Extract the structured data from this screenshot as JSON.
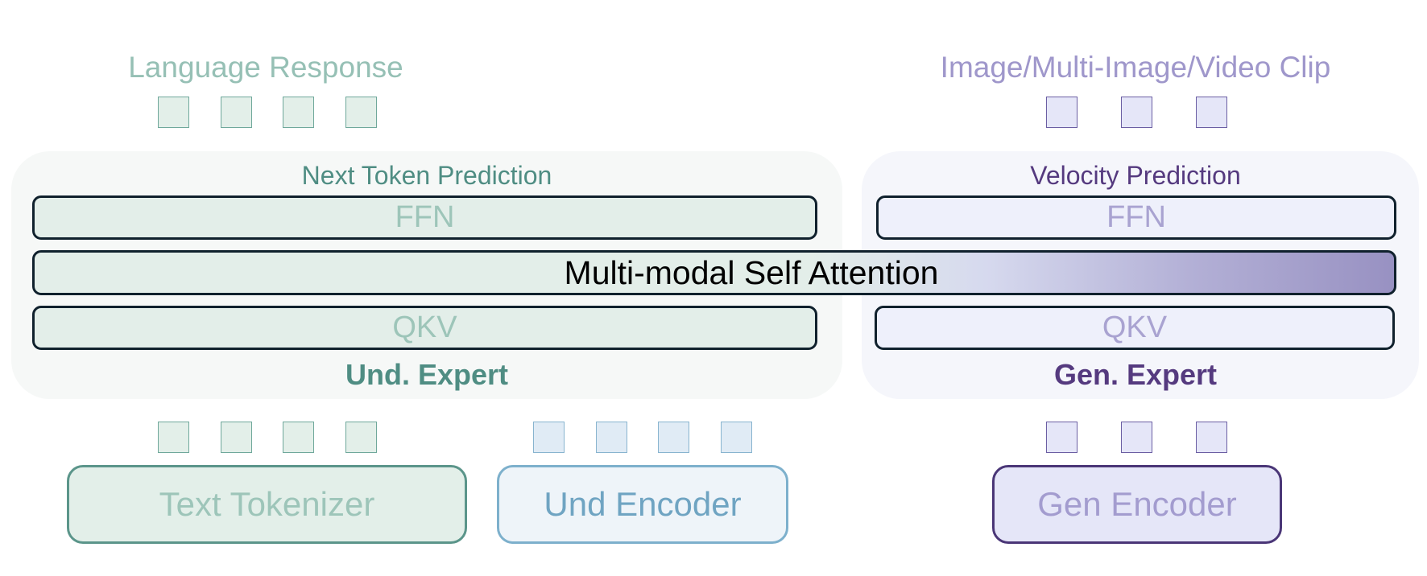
{
  "outputs": {
    "language": "Language Response",
    "visual": "Image/Multi-Image/Video Clip"
  },
  "heads": {
    "und": "Next Token Prediction",
    "gen": "Velocity Prediction"
  },
  "layers": {
    "und_ffn": "FFN",
    "gen_ffn": "FFN",
    "attention": "Multi-modal Self Attention",
    "und_qkv": "QKV",
    "gen_qkv": "QKV"
  },
  "experts": {
    "und": "Und. Expert",
    "gen": "Gen. Expert"
  },
  "encoders": {
    "text": "Text Tokenizer",
    "und": "Und Encoder",
    "gen": "Gen Encoder"
  },
  "colors": {
    "und_accent": "#4f8d83",
    "und_light": "#9dc5b9",
    "und_fill": "#e3eee9",
    "enc_blue": "#7db0cc",
    "gen_accent": "#553a7f",
    "gen_light": "#a9a3d1",
    "gen_fill": "#eef0fb",
    "bar_border": "#10212d"
  }
}
